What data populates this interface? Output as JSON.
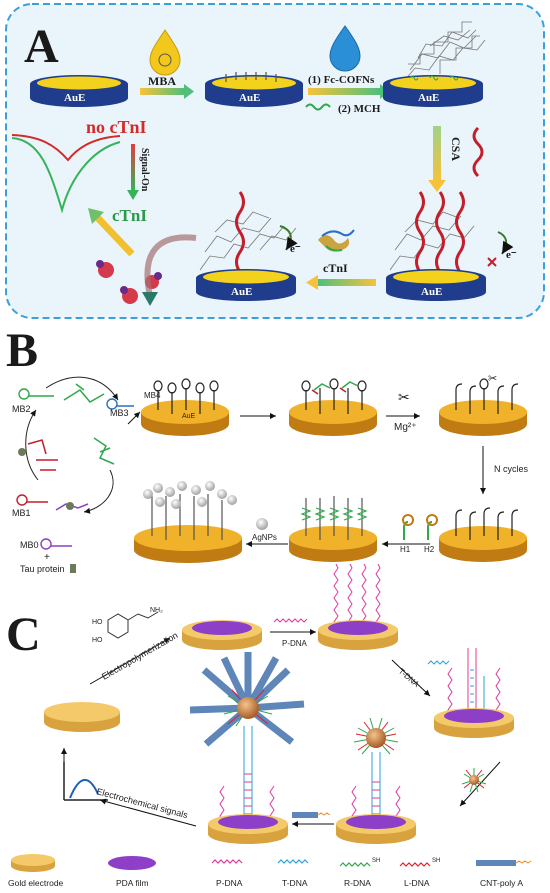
{
  "panelA": {
    "letter": "A",
    "electrode": "AuE",
    "mba": "MBA",
    "step1": "(1) Fc-COFNs",
    "step2": "(2) MCH",
    "csa": "CSA",
    "no_ctni": "no cTnI",
    "signal_on": "Signal-On",
    "ctni": "cTnI",
    "ctni_arrow": "cTnI",
    "electron": "e⁻",
    "colors": {
      "border": "#3aa0dc",
      "background": "#eaf4fb",
      "gold": "#f2d21c",
      "electrode_blue": "#1f3d8c"
    }
  },
  "panelB": {
    "letter": "B",
    "mb2": "MB2",
    "mb3": "MB3",
    "mb1": "MB1",
    "mb0": "MB0",
    "plus": "+",
    "tau": "Tau protein",
    "mb4": "MB4",
    "aue": "AuE",
    "mg": "Mg²⁺",
    "ncycles": "N cycles",
    "h1": "H1",
    "h2": "H2",
    "agnps": "AgNPs",
    "colors": {
      "gold": "#f0b22a"
    }
  },
  "panelC": {
    "letter": "C",
    "electropolymerization": "Electropolymerization",
    "pdna_arrow": "P-DNA",
    "tdna_arrow": "T-DNA",
    "echem": "Electrochemical signals",
    "monomer": {
      "nh2": "NH₂",
      "ho1": "HO",
      "ho2": "HO"
    },
    "legend": [
      {
        "label": "Gold electrode"
      },
      {
        "label": "PDA film"
      },
      {
        "label": "P-DNA"
      },
      {
        "label": "T-DNA"
      },
      {
        "label": "R-DNA",
        "tag": "SH"
      },
      {
        "label": "L-DNA",
        "tag": "SH"
      },
      {
        "label": "CNT-poly A"
      }
    ],
    "colors": {
      "gold": "#f3c96a",
      "pda": "#8e3fc7",
      "pdna": "#e0389b",
      "tdna": "#2aa4d6",
      "rdna": "#2fa84a",
      "ldna": "#e0202e",
      "cnt": "#5e86b8"
    }
  }
}
